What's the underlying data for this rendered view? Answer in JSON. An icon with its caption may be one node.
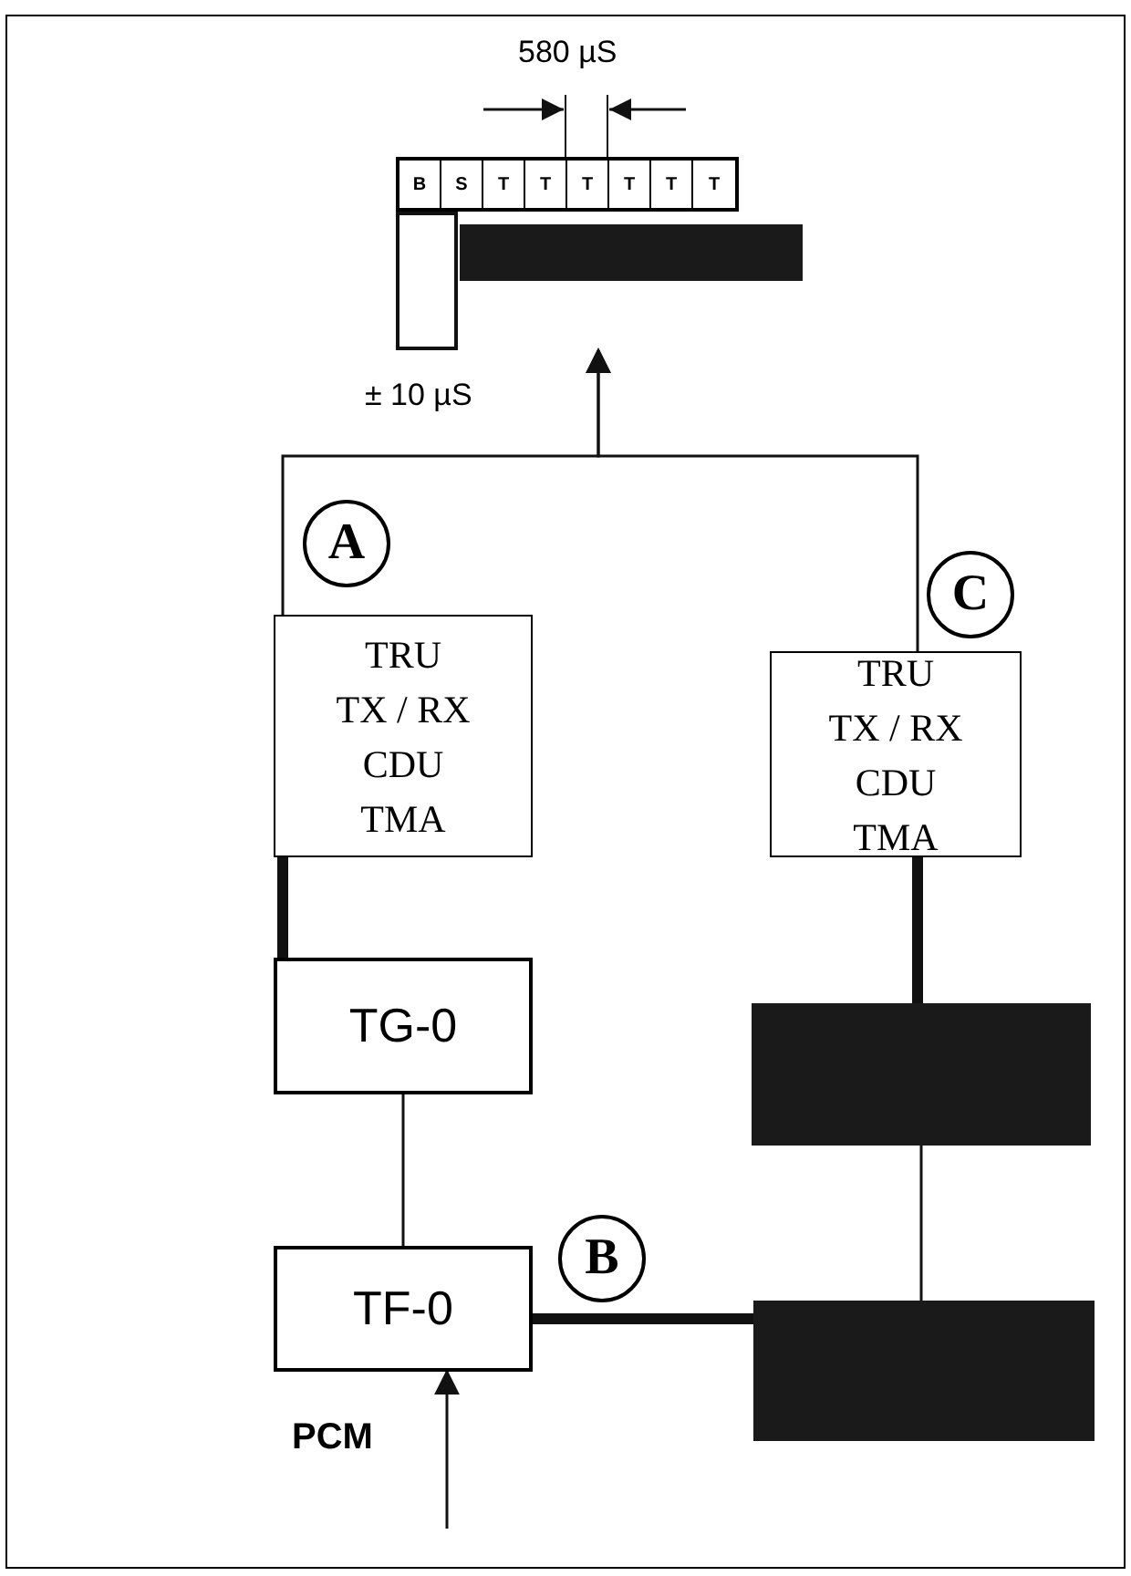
{
  "diagram": {
    "nodes": [
      {
        "text": [],
        "shape": "picture"
      },
      {
        "text": [
          "TRU",
          "TX / RX",
          "CDU",
          "TMA"
        ]
      },
      {
        "text": [
          "TRU",
          "TX / RX",
          "CDU",
          "TMA"
        ]
      },
      {
        "text": [
          "TG-0"
        ]
      },
      {
        "text": [],
        "shape": "box"
      },
      {
        "text": [
          "TF-0"
        ]
      },
      {
        "text": [],
        "shape": "box"
      }
    ],
    "edges": [
      {
        "from": 1,
        "to": 0,
        "arrow": "to",
        "label": "A"
      },
      {
        "from": 2,
        "to": 0,
        "arrow": "to",
        "label": "C"
      },
      {
        "from": 1,
        "to": 3,
        "arrow": "none",
        "style": "thick"
      },
      {
        "from": 2,
        "to": 4,
        "arrow": "none",
        "style": "thick"
      },
      {
        "from": 3,
        "to": 5,
        "arrow": "none"
      },
      {
        "from": 4,
        "to": 6,
        "arrow": "none"
      },
      {
        "from": 5,
        "to": 6,
        "arrow": "none",
        "label": "B",
        "style": "thick"
      },
      {
        "from": null,
        "to": 5,
        "arrow": "to",
        "label": "PCM"
      }
    ],
    "labels": [
      "580 µS",
      "B",
      "S",
      "T",
      "T",
      "T",
      "T",
      "T",
      "T",
      "± 10 µS"
    ]
  }
}
